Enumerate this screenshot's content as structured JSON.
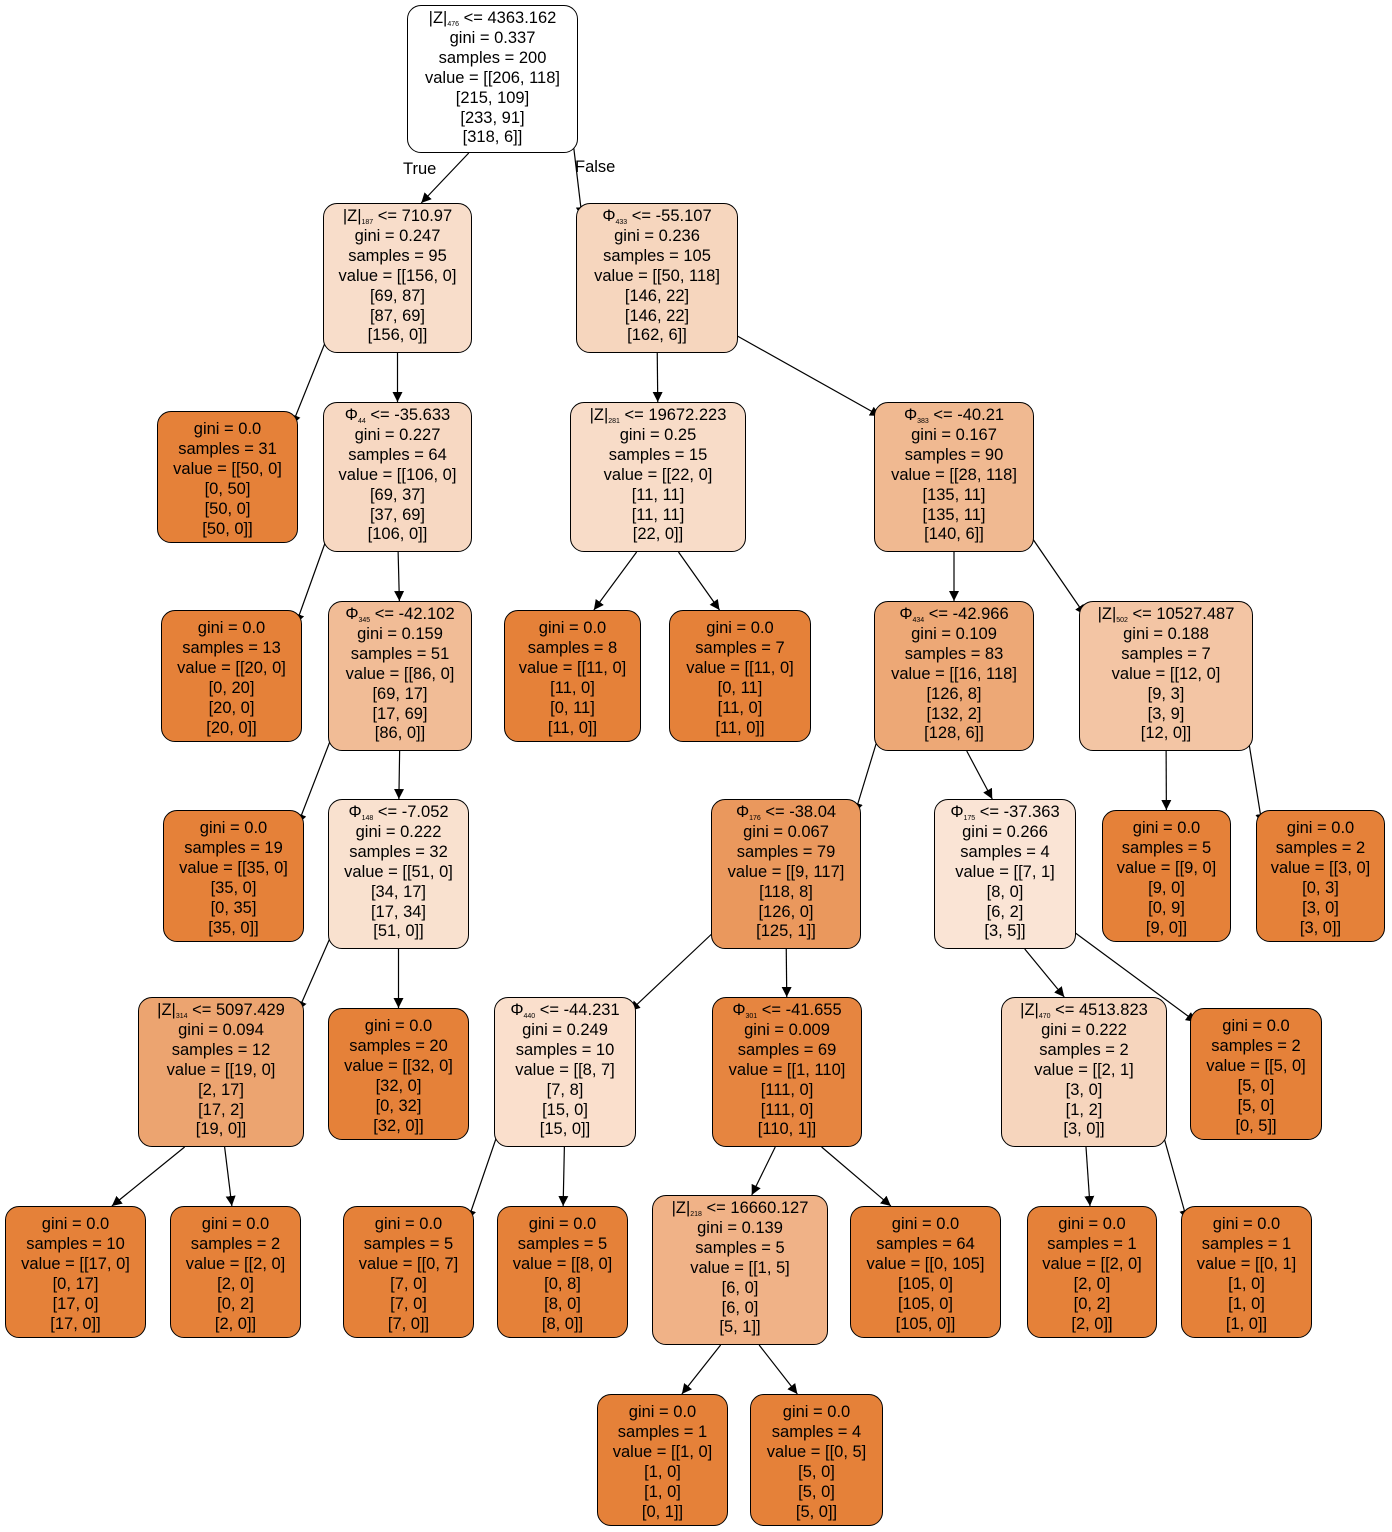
{
  "edge_labels": {
    "true_label": "True",
    "false_label": "False"
  },
  "colors": {
    "leaf": "#e58139",
    "root": "#ffffff",
    "n1": "#f8ddca",
    "n2": "#f6d6be",
    "n3": "#f7d8c2",
    "n4": "#f1bc96",
    "n5": "#f8dcc8",
    "n6": "#f9e1cf",
    "n7": "#f0b991",
    "n8": "#eda876",
    "n9": "#f3c5a4",
    "n10": "#ea985d",
    "n11": "#fae4d5",
    "n12": "#eca470",
    "n13": "#fadfcc",
    "n14": "#e68540",
    "n15": "#f6d5bd",
    "n16": "#f0b287"
  },
  "nodes": [
    {
      "id": "root",
      "split": {
        "feature": "|Z|",
        "index": "476",
        "op": "<=",
        "threshold": "4363.162"
      },
      "gini": "gini = 0.337",
      "samples": "samples = 200",
      "value": [
        "value = [[206, 118]",
        "[215, 109]",
        "[233, 91]",
        "[318, 6]]"
      ]
    },
    {
      "id": "n1",
      "split": {
        "feature": "|Z|",
        "index": "187",
        "op": "<=",
        "threshold": "710.97"
      },
      "gini": "gini = 0.247",
      "samples": "samples = 95",
      "value": [
        "value = [[156, 0]",
        "[69, 87]",
        "[87, 69]",
        "[156, 0]]"
      ]
    },
    {
      "id": "n2",
      "split": {
        "feature": "Φ",
        "index": "433",
        "op": "<=",
        "threshold": "-55.107"
      },
      "gini": "gini = 0.236",
      "samples": "samples = 105",
      "value": [
        "value = [[50, 118]",
        "[146, 22]",
        "[146, 22]",
        "[162, 6]]"
      ]
    },
    {
      "id": "l1",
      "gini": "gini = 0.0",
      "samples": "samples = 31",
      "value": [
        "value = [[50, 0]",
        "[0, 50]",
        "[50, 0]",
        "[50, 0]]"
      ]
    },
    {
      "id": "n3",
      "split": {
        "feature": "Φ",
        "index": "44",
        "op": "<=",
        "threshold": "-35.633"
      },
      "gini": "gini = 0.227",
      "samples": "samples = 64",
      "value": [
        "value = [[106, 0]",
        "[69, 37]",
        "[37, 69]",
        "[106, 0]]"
      ]
    },
    {
      "id": "n5",
      "split": {
        "feature": "|Z|",
        "index": "281",
        "op": "<=",
        "threshold": "19672.223"
      },
      "gini": "gini = 0.25",
      "samples": "samples = 15",
      "value": [
        "value = [[22, 0]",
        "[11, 11]",
        "[11, 11]",
        "[22, 0]]"
      ]
    },
    {
      "id": "n7",
      "split": {
        "feature": "Φ",
        "index": "383",
        "op": "<=",
        "threshold": "-40.21"
      },
      "gini": "gini = 0.167",
      "samples": "samples = 90",
      "value": [
        "value = [[28, 118]",
        "[135, 11]",
        "[135, 11]",
        "[140, 6]]"
      ]
    },
    {
      "id": "l2",
      "gini": "gini = 0.0",
      "samples": "samples = 13",
      "value": [
        "value = [[20, 0]",
        "[0, 20]",
        "[20, 0]",
        "[20, 0]]"
      ]
    },
    {
      "id": "n4",
      "split": {
        "feature": "Φ",
        "index": "345",
        "op": "<=",
        "threshold": "-42.102"
      },
      "gini": "gini = 0.159",
      "samples": "samples = 51",
      "value": [
        "value = [[86, 0]",
        "[69, 17]",
        "[17, 69]",
        "[86, 0]]"
      ]
    },
    {
      "id": "l3",
      "gini": "gini = 0.0",
      "samples": "samples = 8",
      "value": [
        "value = [[11, 0]",
        "[11, 0]",
        "[0, 11]",
        "[11, 0]]"
      ]
    },
    {
      "id": "l4",
      "gini": "gini = 0.0",
      "samples": "samples = 7",
      "value": [
        "value = [[11, 0]",
        "[0, 11]",
        "[11, 0]",
        "[11, 0]]"
      ]
    },
    {
      "id": "n8",
      "split": {
        "feature": "Φ",
        "index": "434",
        "op": "<=",
        "threshold": "-42.966"
      },
      "gini": "gini = 0.109",
      "samples": "samples = 83",
      "value": [
        "value = [[16, 118]",
        "[126, 8]",
        "[132, 2]",
        "[128, 6]]"
      ]
    },
    {
      "id": "n9",
      "split": {
        "feature": "|Z|",
        "index": "502",
        "op": "<=",
        "threshold": "10527.487"
      },
      "gini": "gini = 0.188",
      "samples": "samples = 7",
      "value": [
        "value = [[12, 0]",
        "[9, 3]",
        "[3, 9]",
        "[12, 0]]"
      ]
    },
    {
      "id": "l5",
      "gini": "gini = 0.0",
      "samples": "samples = 19",
      "value": [
        "value = [[35, 0]",
        "[35, 0]",
        "[0, 35]",
        "[35, 0]]"
      ]
    },
    {
      "id": "n6",
      "split": {
        "feature": "Φ",
        "index": "148",
        "op": "<=",
        "threshold": "-7.052"
      },
      "gini": "gini = 0.222",
      "samples": "samples = 32",
      "value": [
        "value = [[51, 0]",
        "[34, 17]",
        "[17, 34]",
        "[51, 0]]"
      ]
    },
    {
      "id": "n10",
      "split": {
        "feature": "Φ",
        "index": "176",
        "op": "<=",
        "threshold": "-38.04"
      },
      "gini": "gini = 0.067",
      "samples": "samples = 79",
      "value": [
        "value = [[9, 117]",
        "[118, 8]",
        "[126, 0]",
        "[125, 1]]"
      ]
    },
    {
      "id": "n11",
      "split": {
        "feature": "Φ",
        "index": "175",
        "op": "<=",
        "threshold": "-37.363"
      },
      "gini": "gini = 0.266",
      "samples": "samples = 4",
      "value": [
        "value = [[7, 1]",
        "[8, 0]",
        "[6, 2]",
        "[3, 5]]"
      ]
    },
    {
      "id": "l6",
      "gini": "gini = 0.0",
      "samples": "samples = 5",
      "value": [
        "value = [[9, 0]",
        "[9, 0]",
        "[0, 9]",
        "[9, 0]]"
      ]
    },
    {
      "id": "l7",
      "gini": "gini = 0.0",
      "samples": "samples = 2",
      "value": [
        "value = [[3, 0]",
        "[0, 3]",
        "[3, 0]",
        "[3, 0]]"
      ]
    },
    {
      "id": "n12",
      "split": {
        "feature": "|Z|",
        "index": "314",
        "op": "<=",
        "threshold": "5097.429"
      },
      "gini": "gini = 0.094",
      "samples": "samples = 12",
      "value": [
        "value = [[19, 0]",
        "[2, 17]",
        "[17, 2]",
        "[19, 0]]"
      ]
    },
    {
      "id": "l8",
      "gini": "gini = 0.0",
      "samples": "samples = 20",
      "value": [
        "value = [[32, 0]",
        "[32, 0]",
        "[0, 32]",
        "[32, 0]]"
      ]
    },
    {
      "id": "n13",
      "split": {
        "feature": "Φ",
        "index": "440",
        "op": "<=",
        "threshold": "-44.231"
      },
      "gini": "gini = 0.249",
      "samples": "samples = 10",
      "value": [
        "value = [[8, 7]",
        "[7, 8]",
        "[15, 0]",
        "[15, 0]]"
      ]
    },
    {
      "id": "n14",
      "split": {
        "feature": "Φ",
        "index": "301",
        "op": "<=",
        "threshold": "-41.655"
      },
      "gini": "gini = 0.009",
      "samples": "samples = 69",
      "value": [
        "value = [[1, 110]",
        "[111, 0]",
        "[111, 0]",
        "[110, 1]]"
      ]
    },
    {
      "id": "n15",
      "split": {
        "feature": "|Z|",
        "index": "470",
        "op": "<=",
        "threshold": "4513.823"
      },
      "gini": "gini = 0.222",
      "samples": "samples = 2",
      "value": [
        "value = [[2, 1]",
        "[3, 0]",
        "[1, 2]",
        "[3, 0]]"
      ]
    },
    {
      "id": "l9",
      "gini": "gini = 0.0",
      "samples": "samples = 2",
      "value": [
        "value = [[5, 0]",
        "[5, 0]",
        "[5, 0]",
        "[0, 5]]"
      ]
    },
    {
      "id": "l10",
      "gini": "gini = 0.0",
      "samples": "samples = 10",
      "value": [
        "value = [[17, 0]",
        "[0, 17]",
        "[17, 0]",
        "[17, 0]]"
      ]
    },
    {
      "id": "l11",
      "gini": "gini = 0.0",
      "samples": "samples = 2",
      "value": [
        "value = [[2, 0]",
        "[2, 0]",
        "[0, 2]",
        "[2, 0]]"
      ]
    },
    {
      "id": "l12",
      "gini": "gini = 0.0",
      "samples": "samples = 5",
      "value": [
        "value = [[0, 7]",
        "[7, 0]",
        "[7, 0]",
        "[7, 0]]"
      ]
    },
    {
      "id": "l13",
      "gini": "gini = 0.0",
      "samples": "samples = 5",
      "value": [
        "value = [[8, 0]",
        "[0, 8]",
        "[8, 0]",
        "[8, 0]]"
      ]
    },
    {
      "id": "n16",
      "split": {
        "feature": "|Z|",
        "index": "218",
        "op": "<=",
        "threshold": "16660.127"
      },
      "gini": "gini = 0.139",
      "samples": "samples = 5",
      "value": [
        "value = [[1, 5]",
        "[6, 0]",
        "[6, 0]",
        "[5, 1]]"
      ]
    },
    {
      "id": "l14",
      "gini": "gini = 0.0",
      "samples": "samples = 64",
      "value": [
        "value = [[0, 105]",
        "[105, 0]",
        "[105, 0]",
        "[105, 0]]"
      ]
    },
    {
      "id": "l15",
      "gini": "gini = 0.0",
      "samples": "samples = 1",
      "value": [
        "value = [[2, 0]",
        "[2, 0]",
        "[0, 2]",
        "[2, 0]]"
      ]
    },
    {
      "id": "l16",
      "gini": "gini = 0.0",
      "samples": "samples = 1",
      "value": [
        "value = [[0, 1]",
        "[1, 0]",
        "[1, 0]",
        "[1, 0]]"
      ]
    },
    {
      "id": "l17",
      "gini": "gini = 0.0",
      "samples": "samples = 1",
      "value": [
        "value = [[1, 0]",
        "[1, 0]",
        "[1, 0]",
        "[0, 1]]"
      ]
    },
    {
      "id": "l18",
      "gini": "gini = 0.0",
      "samples": "samples = 4",
      "value": [
        "value = [[0, 5]",
        "[5, 0]",
        "[5, 0]",
        "[5, 0]]"
      ]
    }
  ],
  "edges": [
    [
      "root",
      "n1"
    ],
    [
      "root",
      "n2"
    ],
    [
      "n1",
      "l1"
    ],
    [
      "n1",
      "n3"
    ],
    [
      "n2",
      "n5"
    ],
    [
      "n2",
      "n7"
    ],
    [
      "n3",
      "l2"
    ],
    [
      "n3",
      "n4"
    ],
    [
      "n5",
      "l3"
    ],
    [
      "n5",
      "l4"
    ],
    [
      "n7",
      "n8"
    ],
    [
      "n7",
      "n9"
    ],
    [
      "n4",
      "l5"
    ],
    [
      "n4",
      "n6"
    ],
    [
      "n8",
      "n10"
    ],
    [
      "n8",
      "n11"
    ],
    [
      "n9",
      "l6"
    ],
    [
      "n9",
      "l7"
    ],
    [
      "n6",
      "n12"
    ],
    [
      "n6",
      "l8"
    ],
    [
      "n10",
      "n13"
    ],
    [
      "n10",
      "n14"
    ],
    [
      "n11",
      "n15"
    ],
    [
      "n11",
      "l9"
    ],
    [
      "n12",
      "l10"
    ],
    [
      "n12",
      "l11"
    ],
    [
      "n13",
      "l12"
    ],
    [
      "n13",
      "l13"
    ],
    [
      "n14",
      "n16"
    ],
    [
      "n14",
      "l14"
    ],
    [
      "n15",
      "l15"
    ],
    [
      "n15",
      "l16"
    ],
    [
      "n16",
      "l17"
    ],
    [
      "n16",
      "l18"
    ]
  ]
}
